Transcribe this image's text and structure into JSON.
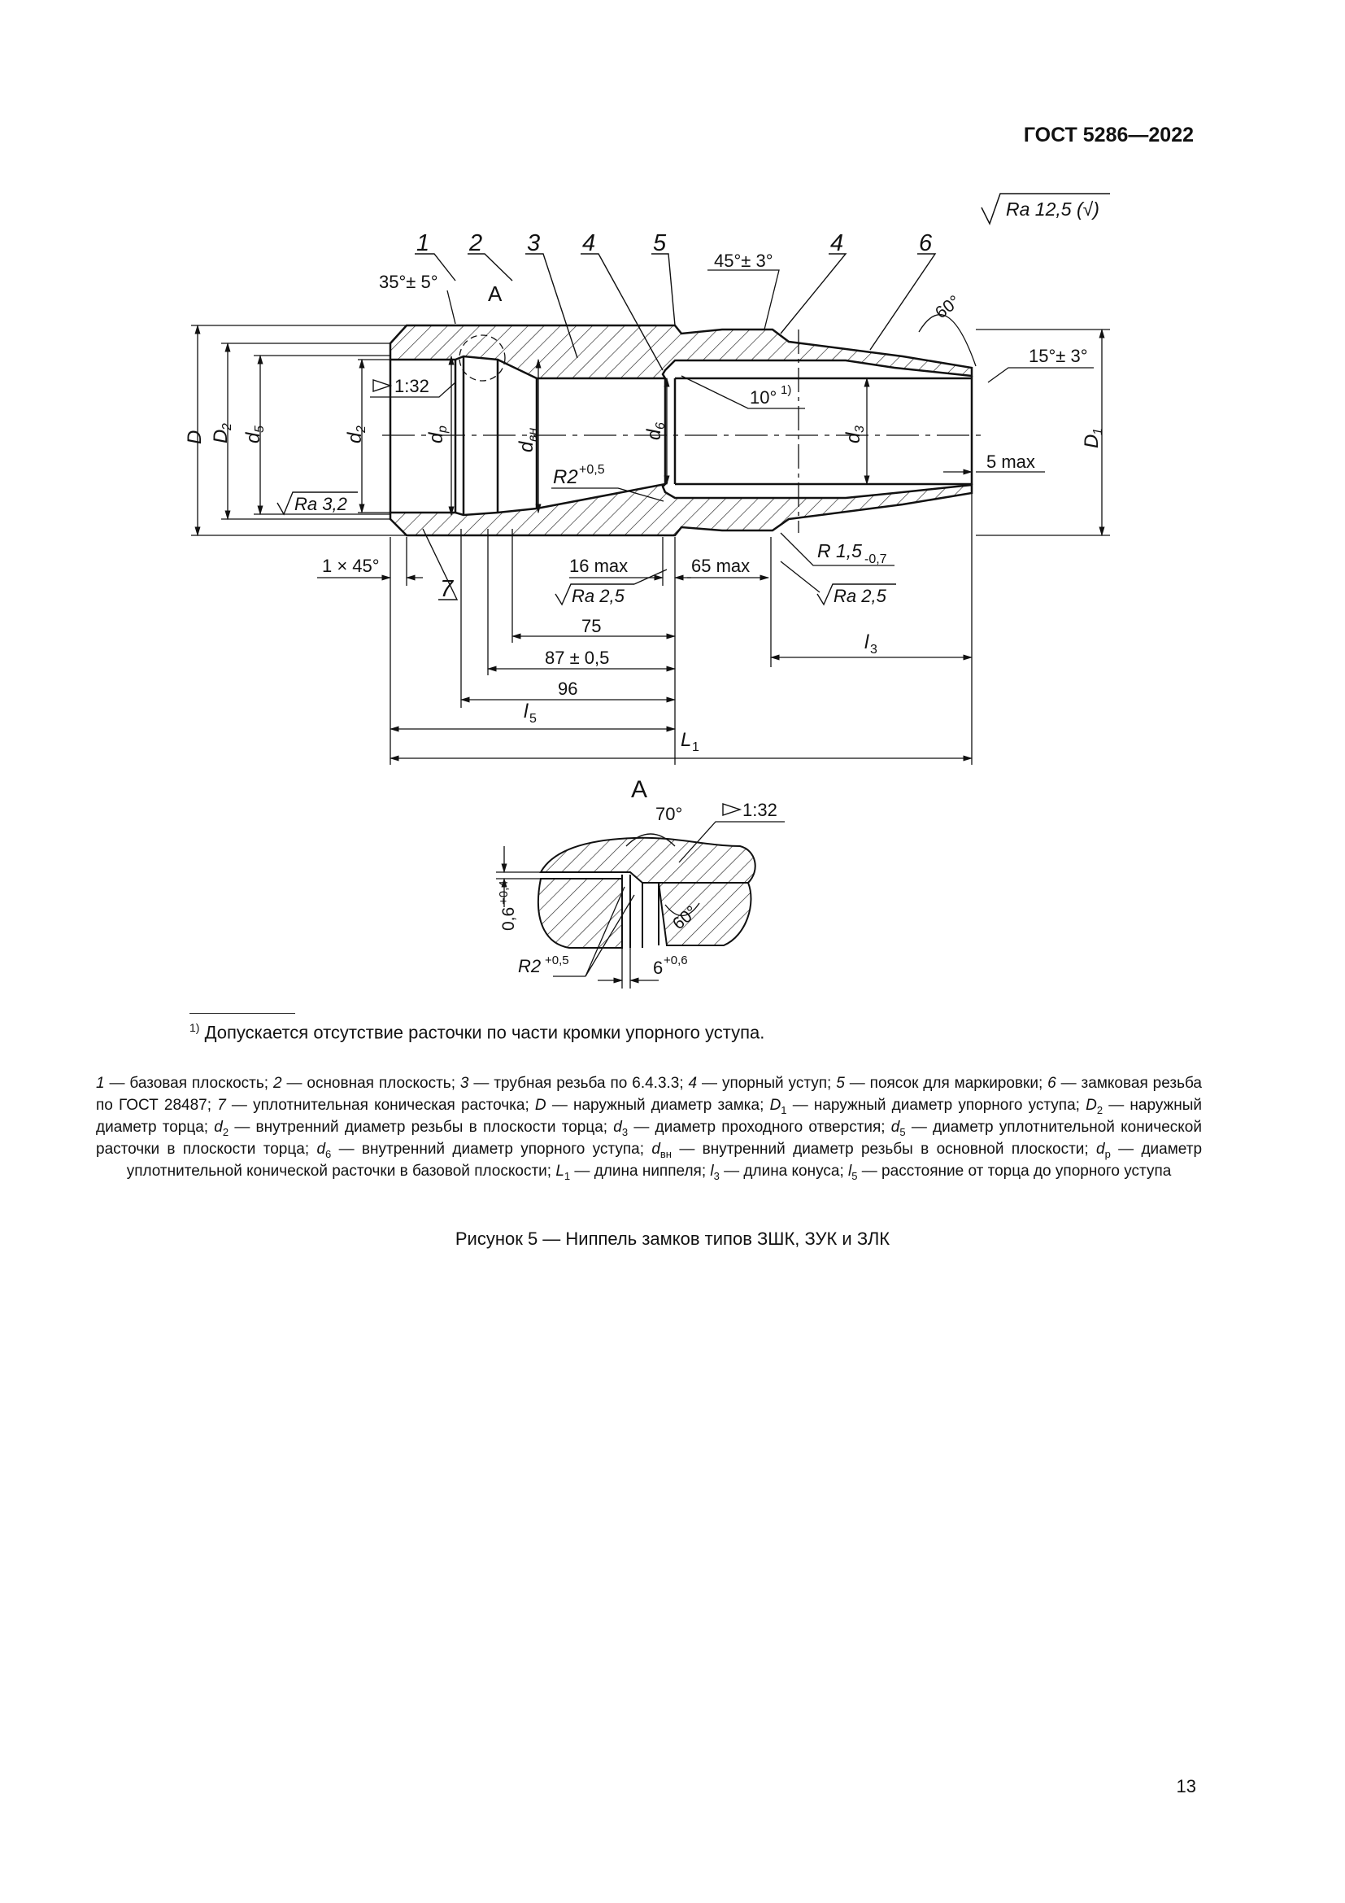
{
  "header": {
    "standard": "ГОСТ 5286—2022"
  },
  "drawing": {
    "roughness_general": "Ra 12,5 (√)",
    "callouts": [
      "1",
      "2",
      "3",
      "4",
      "5",
      "4",
      "6",
      "7"
    ],
    "view_label": "A",
    "angles": {
      "chamfer": "35°± 5°",
      "shoulder": "45°± 3°",
      "thread": "60°",
      "cone": "15°± 3°",
      "relief": "10°",
      "relief_note": "1)"
    },
    "taper": "1:32",
    "diameters": {
      "D": "D",
      "D2": "D",
      "D2_sub": "2",
      "d5": "d",
      "d5_sub": "5",
      "d2": "d",
      "d2_sub": "2",
      "dp": "d",
      "dp_sub": "р",
      "dvn": "d",
      "dvn_sub": "вн",
      "d6": "d",
      "d6_sub": "6",
      "d3": "d",
      "d3_sub": "3",
      "D1": "D",
      "D1_sub": "1"
    },
    "radius_main": "R2",
    "radius_main_tol": "+0,5",
    "radius_small": "R 1,5",
    "radius_small_tol": "-0,7",
    "roughness": {
      "bore": "Ra 3,2",
      "shoulder": "Ra 2,5",
      "cone": "Ra 2,5"
    },
    "chamfer_dim": "1 × 45°",
    "dims": {
      "max16": "16 max",
      "max65": "65 max",
      "max5": "5 max",
      "d75": "75",
      "d87": "87 ± 0,5",
      "d96": "96",
      "l3": "l",
      "l3_sub": "3",
      "l5": "l",
      "l5_sub": "5",
      "L1": "L",
      "L1_sub": "1"
    },
    "detail": {
      "title": "A",
      "angle70": "70°",
      "taper": "1:32",
      "angle60": "60°",
      "dim06": "0,6",
      "dim06_tol": "+0,4",
      "r2": "R2",
      "r2_tol": "+0,5",
      "dim6": "6",
      "dim6_tol": "+0,6"
    }
  },
  "footnote": {
    "mark": "1)",
    "text": "Допускается отсутствие расточки по части кромки упорного уступа."
  },
  "legend": {
    "items": [
      {
        "key": "1",
        "text": " — базовая плоскость; "
      },
      {
        "key": "2",
        "text": " — основная плоскость; "
      },
      {
        "key": "3",
        "text": " — трубная резьба по 6.4.3.3; "
      },
      {
        "key": "4",
        "text": " — упорный уступ; "
      },
      {
        "key": "5",
        "text": " — поясок для маркировки; "
      },
      {
        "key": "6",
        "text": " — замковая резьба по ГОСТ 28487; "
      },
      {
        "key": "7",
        "text": " — уплотнительная коническая расточка; "
      }
    ],
    "symbols": [
      {
        "sym": "D",
        "sub": "",
        "text": " — наружный диаметр замка; "
      },
      {
        "sym": "D",
        "sub": "1",
        "text": " — наружный диаметр упорного уступа; "
      },
      {
        "sym": "D",
        "sub": "2",
        "text": " — наружный диаметр торца; "
      },
      {
        "sym": "d",
        "sub": "2",
        "text": " — внутренний диаметр резьбы в плоскости торца; "
      },
      {
        "sym": "d",
        "sub": "3",
        "text": " — диаметр проходного отверстия; "
      },
      {
        "sym": "d",
        "sub": "5",
        "text": " — диаметр уплотнительной конической расточки в плоскости торца; "
      },
      {
        "sym": "d",
        "sub": "6",
        "text": " — внутренний диаметр упорного уступа; "
      },
      {
        "sym": "d",
        "sub": "вн",
        "text": " — внутренний диаметр резьбы в основной плоскости; "
      },
      {
        "sym": "d",
        "sub": "р",
        "text": " — диаметр уплотнительной конической расточки в базовой плоскости; "
      },
      {
        "sym": "L",
        "sub": "1",
        "text": " — длина ниппеля; "
      },
      {
        "sym": "l",
        "sub": "3",
        "text": " — длина конуса; "
      },
      {
        "sym": "l",
        "sub": "5",
        "text": " — расстояние от торца до упорного уступа"
      }
    ]
  },
  "caption": "Рисунок 5 — Ниппель замков типов ЗШК, ЗУК и ЗЛК",
  "page_number": "13"
}
